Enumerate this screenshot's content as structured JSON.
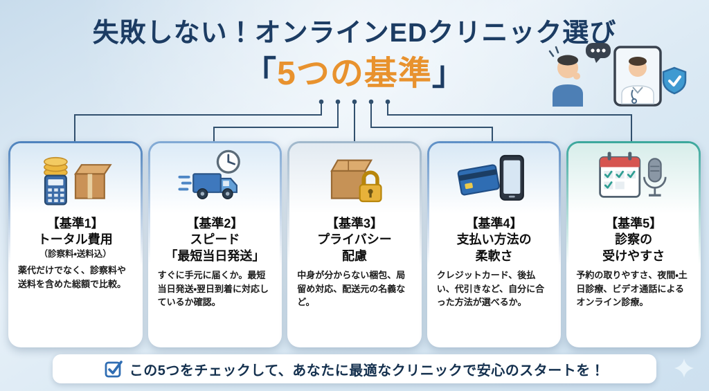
{
  "page": {
    "bg": "#dce9f4",
    "navy": "#1c3c63",
    "orange": "#e8922e",
    "connector_color": "#31506e"
  },
  "header": {
    "title": "失敗しない！オンラインEDクリニック選び",
    "subtitle_prefix": "「",
    "subtitle_highlight": "5つの基準",
    "subtitle_suffix": "」",
    "illustration_icons": [
      "patient-man-icon",
      "chat-bubble-icon",
      "online-doctor-tablet-icon",
      "shield-check-icon"
    ]
  },
  "cards": [
    {
      "accent": "#4d82bd",
      "icon_bg": "#d8e8f5",
      "icon": "cost-coins-calculator-box-icon",
      "label": "【基準1】",
      "title": "トータル費用",
      "note": "（診察料・送料込）",
      "body": "薬代だけでなく、診察料や送料を含めた総額で比較。"
    },
    {
      "accent": "#7fa8d4",
      "icon_bg": "#dcebf7",
      "icon": "speed-truck-clock-icon",
      "label": "【基準2】",
      "title": "スピード",
      "title2": "「最短当日発送」",
      "body": "すぐに手元に届くか。最短当日発送・翌日到着に対応しているか確認。"
    },
    {
      "accent": "#9fb7cb",
      "icon_bg": "#e2eaf1",
      "icon": "privacy-box-lock-icon",
      "label": "【基準3】",
      "title": "プライバシー",
      "title2": "配慮",
      "body": "中身が分からない梱包、局留め対応、配送元の名義など。"
    },
    {
      "accent": "#5d8fc6",
      "icon_bg": "#d8e8f5",
      "icon": "payment-card-phone-icon",
      "label": "【基準4】",
      "title": "支払い方法の",
      "title2": "柔軟さ",
      "body": "クレジットカード、後払い、代引きなど、自分に合った方法が選べるか。"
    },
    {
      "accent": "#3aa79c",
      "icon_bg": "#d7edea",
      "icon": "consultation-calendar-mic-icon",
      "label": "【基準5】",
      "title": "診察の",
      "title2": "受けやすさ",
      "body": "予約の取りやすさ、夜間・土日診療、ビデオ通話によるオンライン診療。"
    }
  ],
  "footer": {
    "check_icon": "check-square-icon",
    "text": "この5つをチェックして、あなたに最適なクリニックで安心のスタートを！"
  }
}
